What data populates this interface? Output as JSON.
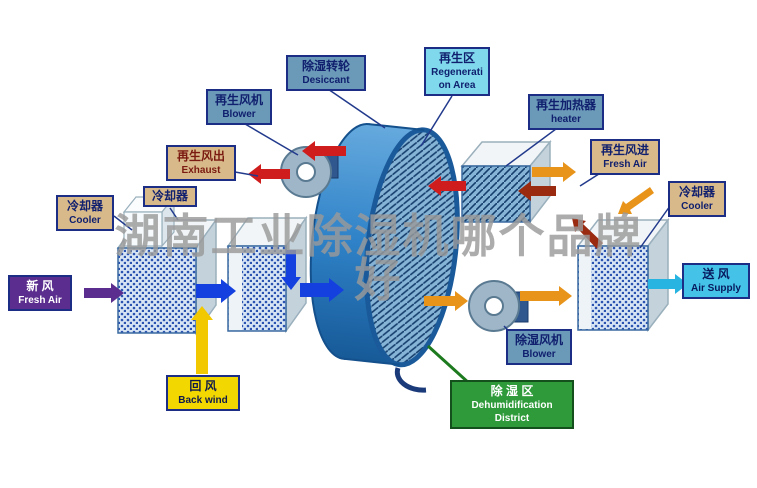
{
  "watermark": {
    "line1": "湖南工业除湿机哪个品牌",
    "line2": "好"
  },
  "labels": {
    "desiccant": {
      "zh": "除湿转轮",
      "en": "Desiccant"
    },
    "regeneration_area": {
      "zh": "再生区",
      "en": "Regeneration Area"
    },
    "regen_blower": {
      "zh": "再生风机",
      "en": "Blower"
    },
    "regen_heater": {
      "zh": "再生加热器",
      "en": "heater"
    },
    "exhaust": {
      "zh": "再生风出",
      "en": "Exhaust"
    },
    "regen_fresh_air": {
      "zh": "再生风进",
      "en": "Fresh Air"
    },
    "cooler_left": {
      "zh": "冷却器",
      "en": "Cooler"
    },
    "cooler_small": {
      "zh": "冷却器"
    },
    "cooler_right": {
      "zh": "冷却器",
      "en": "Cooler"
    },
    "fresh_air": {
      "zh": "新  风",
      "en": "Fresh Air"
    },
    "air_supply": {
      "zh": "送  风",
      "en": "Air Supply"
    },
    "back_wind": {
      "zh": "回  风",
      "en": "Back wind"
    },
    "dehumid_blower": {
      "zh": "除湿风机",
      "en": "Blower"
    },
    "dehumid_district": {
      "zh": "除  湿  区",
      "en_line1": "Dehumidification",
      "en_line2": "District"
    }
  },
  "colors": {
    "steel_label_bg": "#6b99b8",
    "cyan_label_bg": "#7fd8ec",
    "tan_label_bg": "#d8b98a",
    "purple_label_bg": "#5b2d8e",
    "supply_label_bg": "#45c2e8",
    "yellow_label_bg": "#f2d800",
    "green_label_bg": "#2f9a3a",
    "navy_text": "#10206e",
    "maroon_text": "#7a1a10",
    "arrow_red": "#cf1d1d",
    "arrow_blue": "#1540e0",
    "arrow_orange": "#e8941a",
    "arrow_yellow": "#f2c800",
    "arrow_purple": "#5b2d8e",
    "arrow_cyan": "#28b4e0",
    "arrow_maroon": "#9a2a10",
    "wheel_blue": "#2a7cc4"
  }
}
